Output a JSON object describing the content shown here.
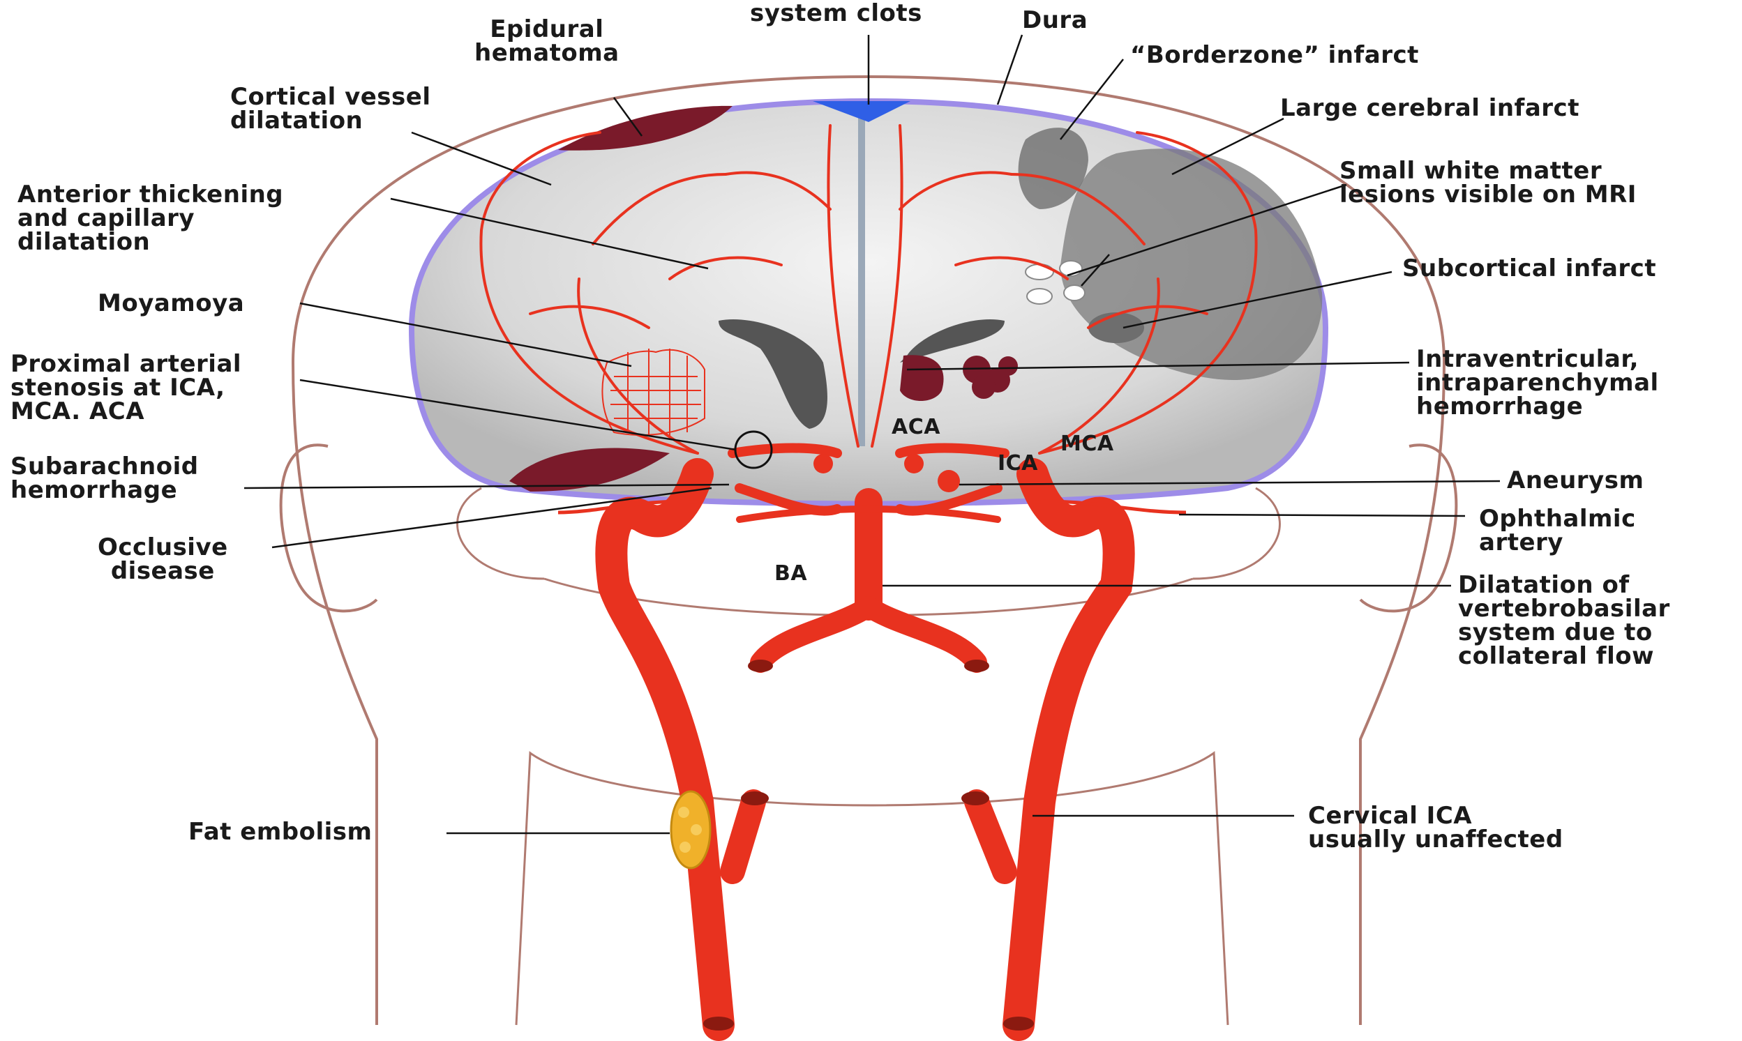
{
  "labels": {
    "epidural_hematoma": [
      "Epidural",
      "hematoma"
    ],
    "system_clots": "system clots",
    "dura": "Dura",
    "borderzone_infarct": "“Borderzone” infarct",
    "cortical_vessel_dilatation": [
      "Cortical vessel",
      "dilatation"
    ],
    "large_cerebral_infarct": "Large cerebral infarct",
    "anterior_thickening": [
      "Anterior thickening",
      "and capillary",
      "dilatation"
    ],
    "small_white_matter_lesions": [
      "Small white matter",
      "lesions visible on MRI"
    ],
    "subcortical_infarct": "Subcortical infarct",
    "moyamoya": "Moyamoya",
    "proximal_arterial_stenosis": [
      "Proximal arterial",
      "stenosis at ICA,",
      "MCA. ACA"
    ],
    "intraventricular_hemorrhage": [
      "Intraventricular,",
      "intraparenchymal",
      "hemorrhage"
    ],
    "subarachnoid_hemorrhage": [
      "Subarachnoid",
      "hemorrhage"
    ],
    "aneurysm": "Aneurysm",
    "occlusive_disease": [
      "Occlusive",
      "disease"
    ],
    "ophthalmic_artery": [
      "Ophthalmic",
      "artery"
    ],
    "dilatation_vertebrobasilar": [
      "Dilatation of",
      "vertebrobasilar",
      "system due to",
      "collateral flow"
    ],
    "fat_embolism": "Fat embolism",
    "cervical_ica": [
      "Cervical ICA",
      "usually unaffected"
    ]
  },
  "abbreviations": {
    "aca": "ACA",
    "mca": "MCA",
    "ica": "ICA",
    "ba": "BA"
  },
  "colors": {
    "artery": "#e8321f",
    "artery_dark": "#b81d10",
    "hemorrhage": "#7a1a2a",
    "dura_outline": "#9d8ce8",
    "clot": "#2f5fe6",
    "infarct": "#7a7a7a",
    "skin_line": "#b07a70",
    "fat": "#f0b12a"
  }
}
